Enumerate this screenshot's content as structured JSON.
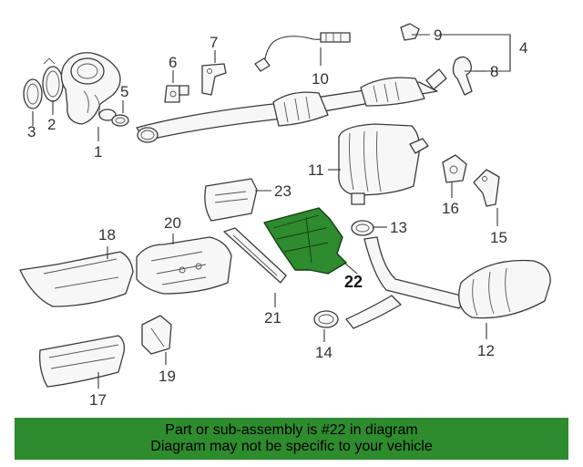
{
  "diagram": {
    "highlight_color": "#2e8b2e",
    "part_numbers": [
      "1",
      "2",
      "3",
      "4",
      "5",
      "6",
      "7",
      "8",
      "9",
      "10",
      "11",
      "12",
      "13",
      "14",
      "15",
      "16",
      "17",
      "18",
      "19",
      "20",
      "21",
      "22",
      "23"
    ],
    "highlighted_part": "22"
  },
  "banner": {
    "line1": "Part or sub-assembly is #22 in diagram",
    "line2": "Diagram may not be specific to your vehicle",
    "background": "#2e8b2e"
  }
}
